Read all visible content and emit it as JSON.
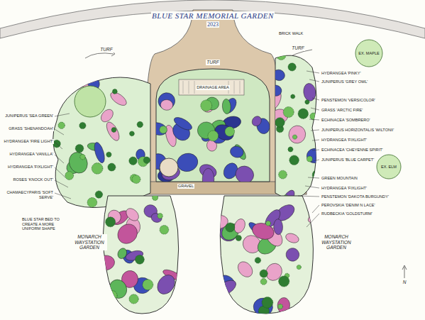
{
  "diagram": {
    "title": "BLUE STAR MEMORIAL GARDEN",
    "nodes": [
      {
        "text": [
          "EX. MAPLE"
        ]
      },
      {
        "text": [
          "EX. ELM"
        ]
      }
    ],
    "labels": [
      "2023",
      "BRICK WALK",
      "TURF",
      "TURF",
      "TURF",
      "DRAINAGE AREA",
      "GRAVEL",
      "MONARCH WAYSTATION GARDEN",
      "MONARCH WAYSTATION GARDEN",
      "JUNIPERUS 'SEA GREEN'",
      "GRASS 'SHENANDOAH'",
      "HYDRANGEA 'FIRE LIGHT'",
      "HYDRANGEA 'VANILLA'",
      "HYDRANGEA 'FIXLIGHT'",
      "ROSES 'KNOCK OUT'",
      "CHAMAECYPARIS 'SOFT SERVE'",
      "BLUE STAR BED TO CREATE A MORE UNIFORM SHAPE",
      "HYDRANGEA 'PINKY'",
      "JUNIPERUS 'GREY OWL'",
      "PENSTEMON 'VERSICOLOR'",
      "GRASS 'ARCTIC FIRE'",
      "ECHINACEA 'SOMBRERO'",
      "JUNIPERUS HORIZONTALIS 'WILTONII'",
      "HYDRANGEA 'FIXLIGHT'",
      "ECHINACEA 'CHEYENNE SPIRIT'",
      "JUNIPERUS 'BLUE CARPET'",
      "GREEN MOUNTAIN",
      "HYDRANGEA 'FIXLIGHT'",
      "PENSTEMON 'DAKOTA BURGUNDY'",
      "PEROVSKIA 'DENIM N LACE'",
      "RUDBECKIA 'GOLDSTURM'",
      "N"
    ]
  }
}
